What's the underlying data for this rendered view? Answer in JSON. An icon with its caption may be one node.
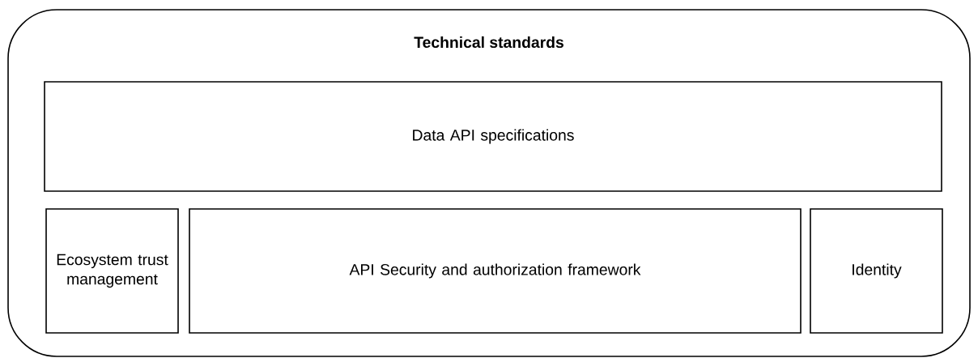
{
  "diagram": {
    "nodes": [
      {
        "text": [
          "Technical standards"
        ]
      },
      {
        "text": [
          "Data API specifications"
        ],
        "in": 0
      },
      {
        "text": [
          "Ecosystem trust management"
        ],
        "in": 0
      },
      {
        "text": [
          "API Security and authorization framework"
        ],
        "in": 0
      },
      {
        "text": [
          "Identity"
        ],
        "in": 0
      }
    ]
  }
}
